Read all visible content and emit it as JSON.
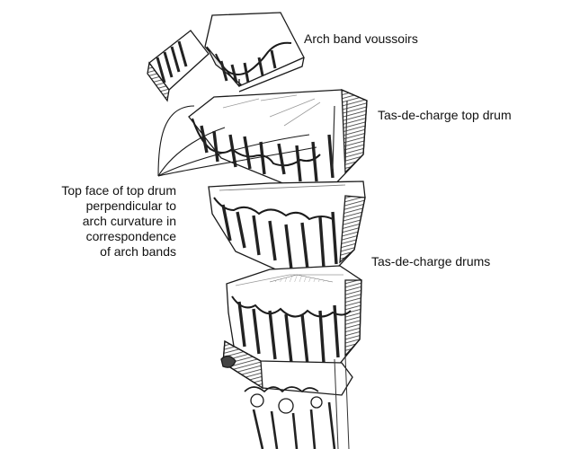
{
  "labels": {
    "arch_band_voussoirs": "Arch band voussoirs",
    "tas_de_charge_top_drum": "Tas-de-charge top drum",
    "tas_de_charge_drums": "Tas-de-charge drums",
    "top_face_description": [
      "Top face of top drum",
      "perpendicular to",
      "arch curvature in",
      "correspondence",
      "of arch bands"
    ]
  },
  "colors": {
    "ink": "#1a1a1a",
    "stone_shade": "#6e6e6e",
    "stone_light": "#d9d9d9",
    "background": "#ffffff"
  }
}
